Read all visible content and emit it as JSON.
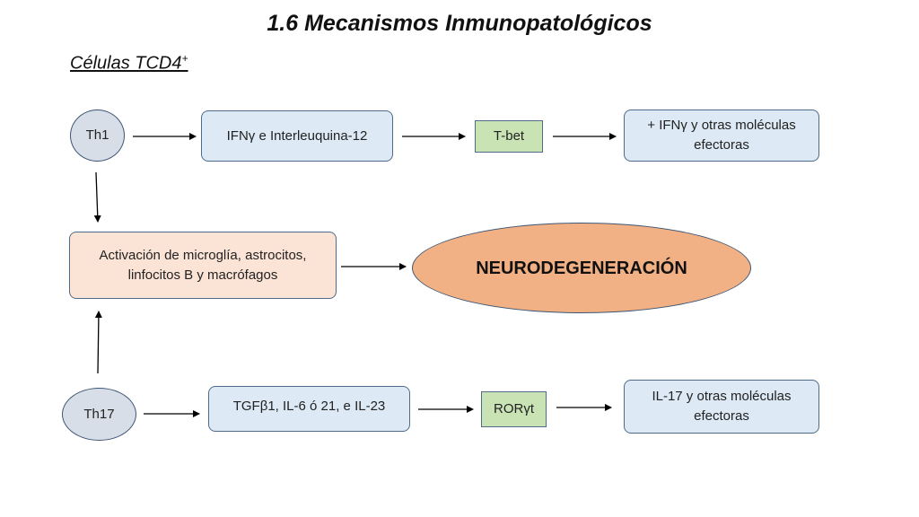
{
  "title": "1.6 Mecanismos Inmunopatológicos",
  "subtitle": {
    "text": "Células TCD4",
    "superscript": "+"
  },
  "nodes": {
    "th1": "Th1",
    "ifn_il12": "IFNγ  e Interleuquina-12",
    "tbet": "T-bet",
    "ifn_effectors": "+ IFNγ  y otras moléculas efectoras",
    "activation": "Activación de microglía, astrocitos, linfocitos B y macrófagos",
    "neurodegeneration": "NEURODEGENERACIÓN",
    "th17": "Th17",
    "tgf": "TGFβ1, IL-6 ó 21, e IL-23",
    "roryt": "RORγt",
    "il17_effectors": "IL-17 y otras moléculas efectoras"
  },
  "colors": {
    "box_fill": "#dde9f5",
    "activation_fill": "#fbe3d6",
    "transcription_factor_fill": "#c9e3b5",
    "cell_fill": "#d8dee8",
    "neurodegeneration_fill": "#f2b184",
    "border": "#4f6b8a"
  }
}
